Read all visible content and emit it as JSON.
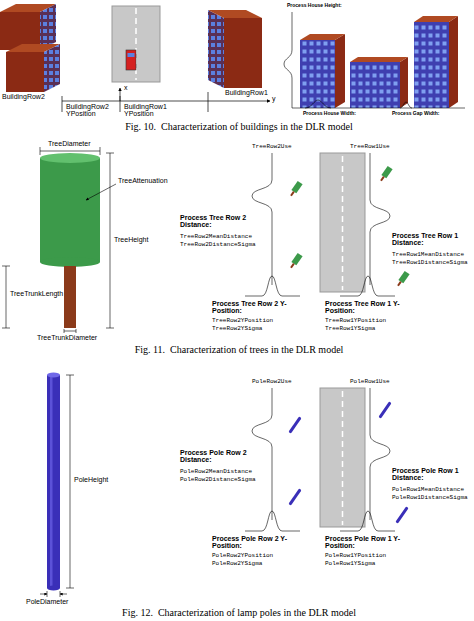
{
  "diagram": {
    "labels": [
      "BuildingRow2",
      "x",
      "y",
      "BuildingRow2 YPosition",
      "BuildingRow1 YPosition",
      "BuildingRow1",
      "Process House Height:",
      "Process House Width:",
      "Process Gap Width:",
      "Fig. 10.  Characterization of buildings in the DLR model",
      "TreeDiameter",
      "TreeAttenuation",
      "TreeHeight",
      "TreeTrunkLength",
      "TreeTrunkDiameter",
      "TreeRow2Use",
      "TreeRow1Use",
      "Process Tree Row 2 Distance:",
      "TreeRow2MeanDistance",
      "TreeRow2DistanceSigma",
      "Process Tree Row 1 Distance:",
      "TreeRow1MeanDistance",
      "TreeRow1DistanceSigma",
      "Process Tree Row 2 Y-Position:",
      "TreeRow2YPosition",
      "TreeRow2YSigma",
      "Process Tree Row 1 Y-Position:",
      "TreeRow1YPosition",
      "TreeRow1YSigma",
      "Fig. 11.  Characterization of trees in the DLR model",
      "PoleHeight",
      "PoleDiameter",
      "PoleRow2Use",
      "PoleRow1Use",
      "Process Pole Row 2 Distance:",
      "PoleRow2MeanDistance",
      "PoleRow2DistanceSigma",
      "Process Pole Row 1 Distance:",
      "PoleRow1MeanDistance",
      "PoleRow1DistanceSigma",
      "Process Pole Row 2 Y-Position:",
      "PoleRow2YPosition",
      "PoleRow2YSigma",
      "Process Pole Row 1 Y-Position:",
      "PoleRow1YPosition",
      "PoleRow1YSigma",
      "Fig. 12.  Characterization of lamp poles in the DLR model"
    ]
  }
}
